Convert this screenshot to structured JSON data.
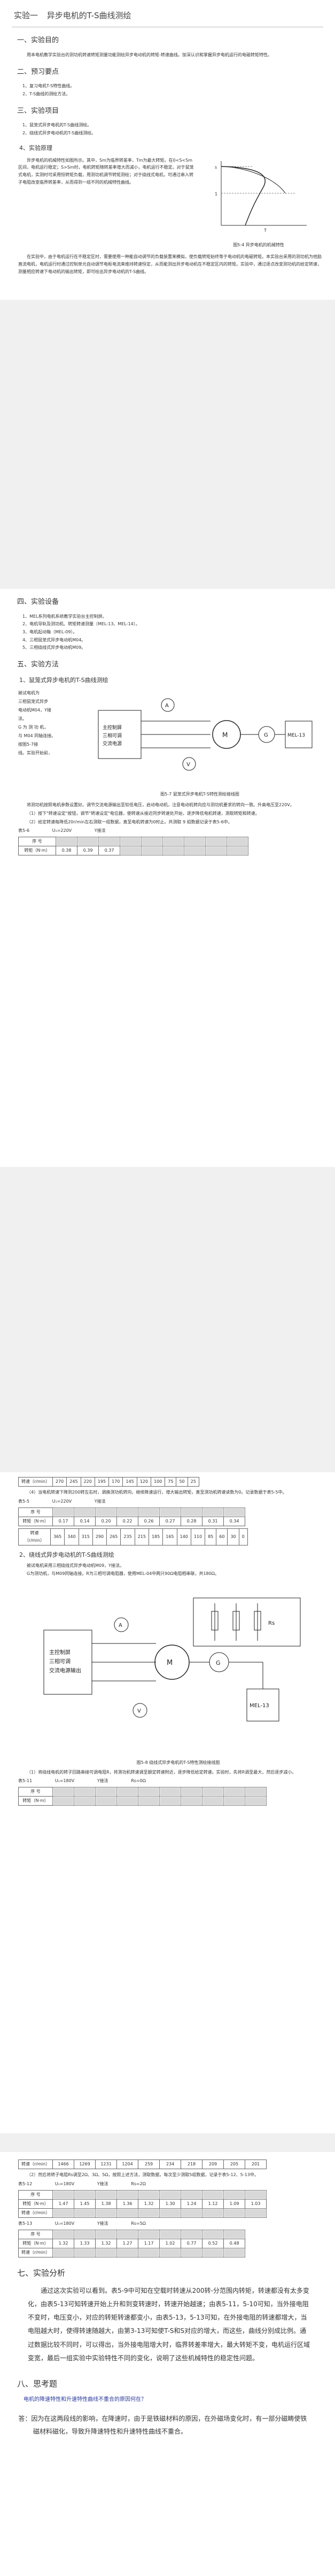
{
  "header": {
    "exp_no": "实验一",
    "title": "异步电机的T-S曲线测绘"
  },
  "s1": {
    "heading": "一、实验目的",
    "text": "用本电机教学实验台的测功机转速转矩测量功能测绘异步电动机的转矩-转速曲线。加深认识和掌握异步电机运行的电磁转矩特性。"
  },
  "s2": {
    "heading": "二、预习要点",
    "items": [
      "1、复习电机T-S特性曲线。",
      "2、T-S曲线的测绘方法。"
    ]
  },
  "s3": {
    "heading": "三、实验项目",
    "items": [
      "1、鼠笼式异步电机的T-S曲线测绘。",
      "2、绕线式异步电动机的T-S曲线测绘。"
    ]
  },
  "s4_principle": {
    "heading": "4、实验原理",
    "text": "异步电机的机械特性如图所示。其中，Sm为临界转差率，Tm为最大转矩。在0<S<Sm区间，电机运行稳定；S>Sm时，电机转矩随转差率增大而减小，电机运行不稳定。对于鼠笼式电机，实测时可采用恒转矩负载，用测功机调节转矩测绘；对于绕线式电机，可通过串入转子电阻改变临界转差率，从而得到一组不同的机械特性曲线。",
    "fig_caption": "图5-4 异步电机的机械特性",
    "long": "在实验中，由于电机运行在不稳定区时，需要使用一种能自动调节的负载装置来模拟，使负载转矩始终等于电动机的电磁转矩。本实验台采用的测功机为他励直流电机，电机运行时通过控制单元自动调节电枢电流来维持转速恒定，从而能测出异步电动机在不稳定区内的转矩。实验中，通过逐点改变测功机的给定转速，测量相应转速下电动机的输出转矩，即可绘出异步电动机的T-S曲线。"
  },
  "s4": {
    "heading": "四、实验设备",
    "items": [
      "1、MEL系列电机系统教学实验台主控制屏。",
      "2、电机导轨及测功机、转矩转速测量（MEL-13、MEL-14）。",
      "3、电机起动箱（MEL-09）。",
      "4、三相鼠笼式异步电动机M04。",
      "5、三相绕线式异步电动机M09。"
    ]
  },
  "s5": {
    "heading": "五、实验方法",
    "sub1": "1、鼠笼式异步电机的T-S曲线测绘",
    "fig1_caption": "图5-7 鼠笼式异步电机T-S特性测绘接线图",
    "fig1_labels": {
      "panel": "主控制屏\n三相可调\n交流电源",
      "motor": "M",
      "meter": "MEL-13"
    },
    "side_text": [
      "被试电机为",
      "三相鼠笼式异步",
      "电动机M04，Y接",
      "法。",
      "G 为 测 功 机，",
      "与 M04 同轴连接。",
      "按图5-7接",
      "线。实验开始前，"
    ],
    "para1": "将测功机按照电机参数设置好。调节交流电源输出至较低电压，启动电动机，注意电动机转向应与测功机要求的转向一致。升高电压至220V。",
    "para2": "（1）按下\"转速设定\"按钮，调节\"转速设定\"电位器，使转速从接近同步转速处开始，逐步降低电机转速，测取转矩和转速。",
    "para3": "（2）给定转速每降低20r/min左右测取一组数据，直至电机转速为0时止。共测取 9 组数据记录于表5-6中。",
    "t56": {
      "caption": "表5-6",
      "cond": "U₁=220V",
      "conn": "Y接法",
      "r1": "序  号",
      "r2": "转矩（N·m）",
      "vals": [
        "0.38",
        "0.39",
        "0.37"
      ]
    },
    "t56b": {
      "r1": "转速（r/min）",
      "vals": [
        "270",
        "245",
        "220",
        "195",
        "170",
        "145",
        "120",
        "100",
        "75",
        "50",
        "25"
      ]
    },
    "para4": "（4）当电机转速下降到200转左右时，调换测功机转向，继续降速运行，增大输出转矩，直至测功机转速读数为0。记录数据于表5-5中。",
    "t55": {
      "caption": "表5-5",
      "cond": "U₁=220V",
      "conn": "Y接法",
      "r1": "序 号",
      "r2": "转矩（N·m）",
      "vals": [
        "0.17",
        "0.14",
        "0.20",
        "0.22",
        "0.26",
        "0.27",
        "0.28",
        "0.31",
        "0.34"
      ]
    },
    "t55b": {
      "r1": "转速（r/min）",
      "vals": [
        "365",
        "340",
        "315",
        "290",
        "265",
        "235",
        "215",
        "185",
        "165",
        "140",
        "110",
        "85",
        "60",
        "30",
        "0"
      ]
    },
    "sub2": "2、绕线式异步电动机的T-S曲线测绘",
    "para5": "被试电机采用三相绕线式异步电动机M09，Y接法。",
    "para6": "G为测功机，与M09同轴连接。R为三相可调电阻器，使用MEL-04中两只90Ω电阻相串联，共180Ω。",
    "fig2_caption": "图5-8 绕线式异步电机的T-S特性测绘接线图",
    "fig2_labels": {
      "panel": "主控制屏\n三相可调\n交流电源输出",
      "motor": "M",
      "meter": "MEL-13"
    },
    "para7": "（1）将绕线电机的转子回路串接可调电阻R，将测功机转速调至额定转速附近，逐步降低给定转速。实验时，先将R调至最大，然后逐步减小。",
    "t511": {
      "caption": "表5-11",
      "cond": "U₁=180V",
      "conn": "Y接法",
      "r3": "Rs=0Ω",
      "r1": "序 号",
      "r2": "转矩（N·m）"
    },
    "t511_speed": {
      "r1": "转速（r/min）",
      "vals": [
        "1466",
        "1269",
        "1231",
        "1204",
        "259",
        "234",
        "218",
        "209",
        "205",
        "201"
      ]
    },
    "para8": "（2）然后将转子电阻Rs调至2Ω、3Ω、5Ω，按照上述方法，测取数据，每次至少测取5组数据，记录于表5-12、5-13中。",
    "t512": {
      "caption": "表5-12",
      "cond": "U₁=180V",
      "conn": "Y接法",
      "r3": "Rs=2Ω",
      "r1": "序  号",
      "r2": "转矩（N·m）",
      "r4": "转速（r/min）",
      "torque": [
        "1.47",
        "1.45",
        "1.38",
        "1.36",
        "1.32",
        "1.30",
        "1.24",
        "1.12",
        "1.09",
        "1.03"
      ]
    },
    "t513": {
      "caption": "表5-13",
      "cond": "U₁=180V",
      "conn": "Y接法",
      "r3": "Rs=5Ω",
      "r1": "序  号",
      "r2": "转矩（N·m）",
      "r4": "转速（r/min）",
      "torque": [
        "1.32",
        "1.33",
        "1.32",
        "1.27",
        "1.17",
        "1.02",
        "0.77",
        "0.52",
        "0.48"
      ]
    }
  },
  "s7": {
    "heading": "七、实验分析",
    "text": "通过这次实验可以看到。表5-9中可知在空载时转速从200转-分范围内转矩，转速都没有太多变化，由表5-13可知转速开始上升和到变转速时，转速开始越速；由表5-11，5-10可知，当外接电阻不变时，电压变小，对应的转矩转速都变小，由表5-13，5-13可知，在外接电阻的转速都增大，当电阻越大时，使得转速随越大，由第3-13可知使T-S和S对应的增大，而这些，曲线分别成比例。通过数据比较不同时，可以得出，当外接电阻增大时，临界转差率增大，最大转矩不变，电机运行区域变宽，最后一组实验中实验特性不同的变化，说明了这些机械特性的稳定性问题。"
  },
  "s8": {
    "heading": "八、思考题",
    "question": "电机的降速特性和升速特性曲线不重合的原因何在？",
    "answer": "答：因为在这两段线的影响，在降速时，由于是铁磁材料的原因，在外磁场变化时，有一部分磁畴使铁磁材料磁化，导致升降速特性和升速特性曲线不重合。"
  }
}
